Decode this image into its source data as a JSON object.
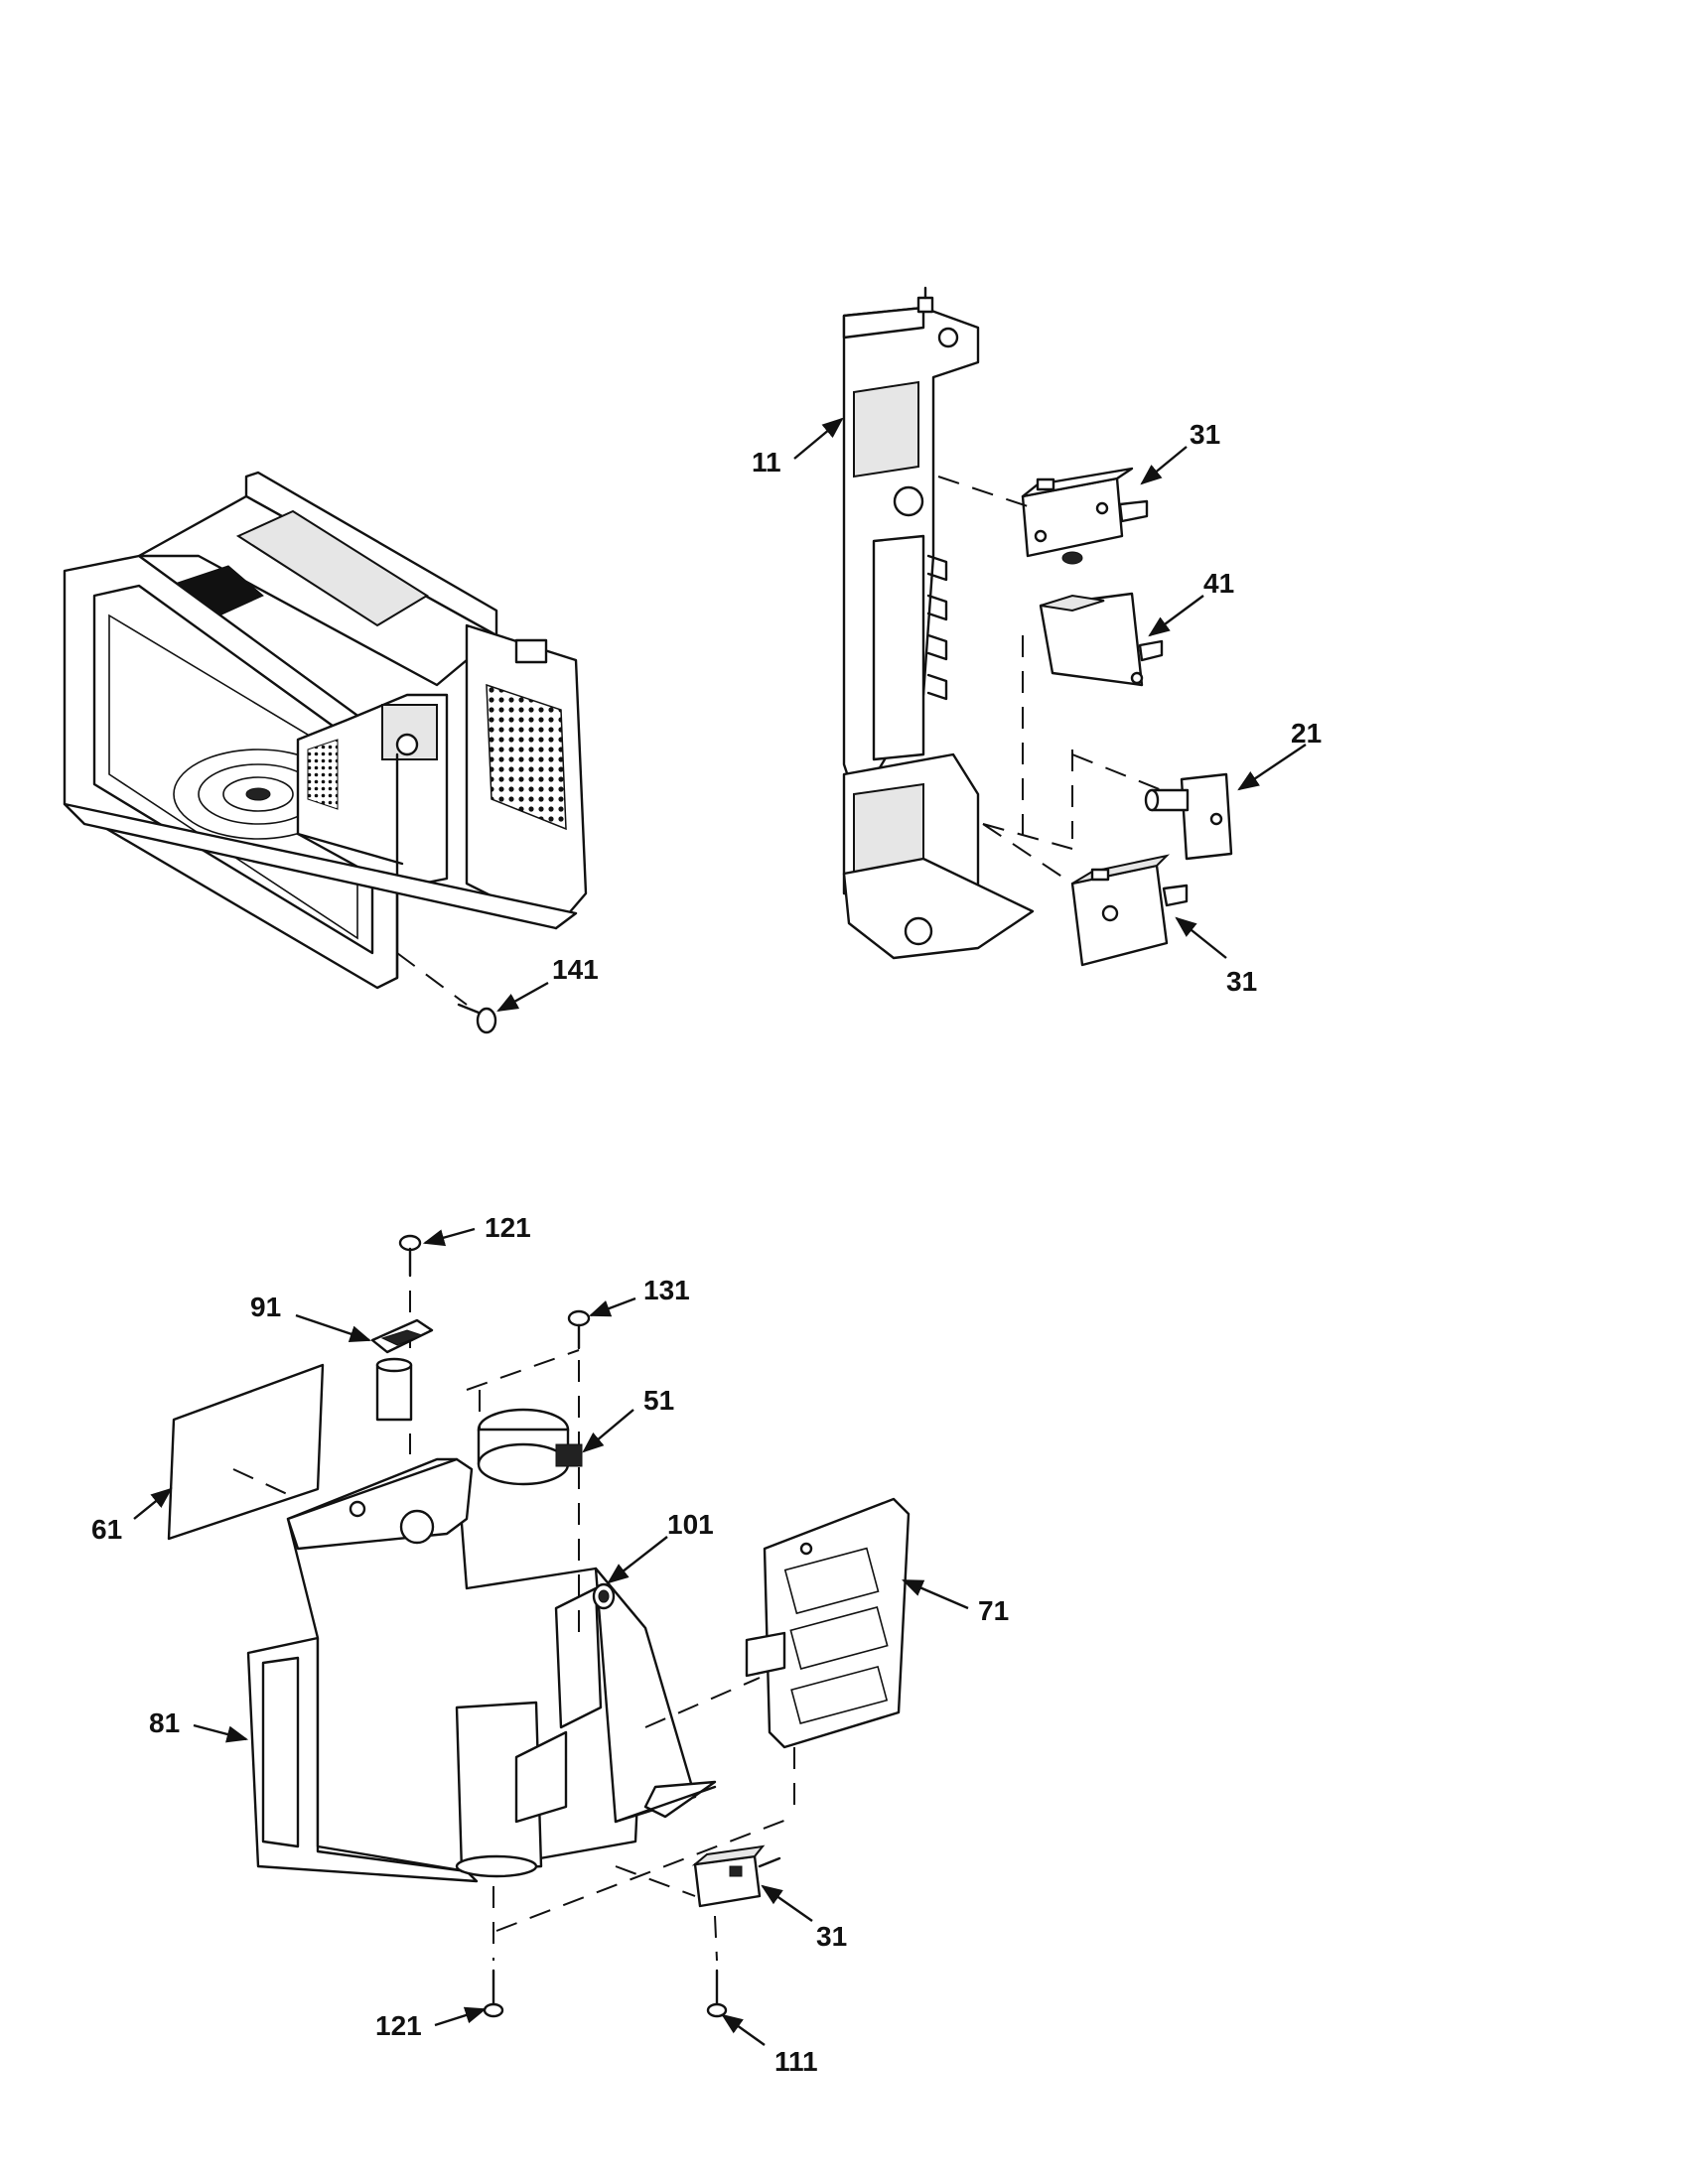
{
  "callouts": {
    "c11": "11",
    "c31_top": "31",
    "c41": "41",
    "c21": "21",
    "c31_mid": "31",
    "c141": "141",
    "c121_top": "121",
    "c131": "131",
    "c91": "91",
    "c51": "51",
    "c61": "61",
    "c101": "101",
    "c71": "71",
    "c81": "81",
    "c31_bot": "31",
    "c121_bot": "121",
    "c111": "111"
  }
}
